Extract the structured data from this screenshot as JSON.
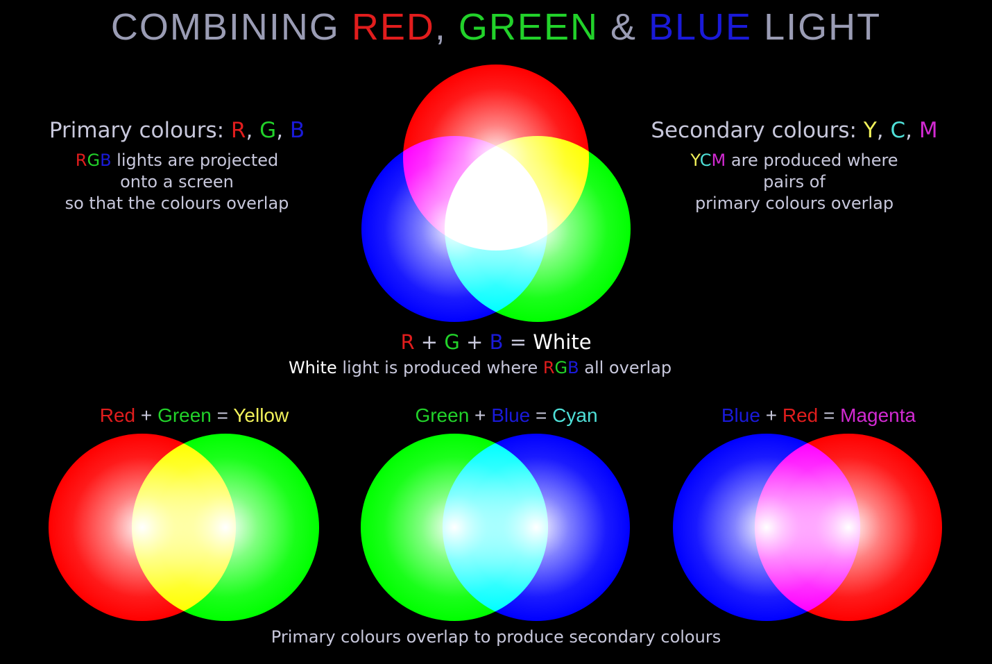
{
  "title": {
    "prefix": "COMBINING ",
    "red": "RED",
    "comma": ", ",
    "green": "GREEN",
    "amp": " & ",
    "blue": "BLUE",
    "suffix": " LIGHT"
  },
  "primary": {
    "heading_prefix": "Primary colours: ",
    "r": "R",
    "sep1": ", ",
    "g": "G",
    "sep2": ", ",
    "b": "B",
    "line1_r": "R",
    "line1_g": "G",
    "line1_b": "B",
    "line1_rest": " lights are projected",
    "line2": "onto a screen",
    "line3": "so that the colours overlap"
  },
  "secondary": {
    "heading_prefix": "Secondary colours: ",
    "y": "Y",
    "sep1": ", ",
    "c": "C",
    "sep2": ", ",
    "m": "M",
    "line1_y": "Y",
    "line1_c": "C",
    "line1_m": "M",
    "line1_rest": " are produced where",
    "line2": "pairs of",
    "line3": "primary colours overlap"
  },
  "white_equation": {
    "r": "R",
    "plus1": " + ",
    "g": "G",
    "plus2": " + ",
    "b": "B",
    "equals": " = ",
    "result": "White",
    "caption_white": "White",
    "caption_mid": " light is produced where ",
    "caption_r": "R",
    "caption_g": "G",
    "caption_b": "B",
    "caption_end": " all overlap"
  },
  "pairs": [
    {
      "a": "Red",
      "plus": " + ",
      "b": "Green",
      "eq": " = ",
      "result": "Yellow"
    },
    {
      "a": "Green",
      "plus": " + ",
      "b": "Blue",
      "eq": " = ",
      "result": "Cyan"
    },
    {
      "a": "Blue",
      "plus": " + ",
      "b": "Red",
      "eq": " = ",
      "result": "Magenta"
    }
  ],
  "footer": "Primary colours overlap to produce secondary colours",
  "colors": {
    "red": "#ff0000",
    "green": "#00ff00",
    "blue": "#0000ff",
    "background": "#000000"
  }
}
